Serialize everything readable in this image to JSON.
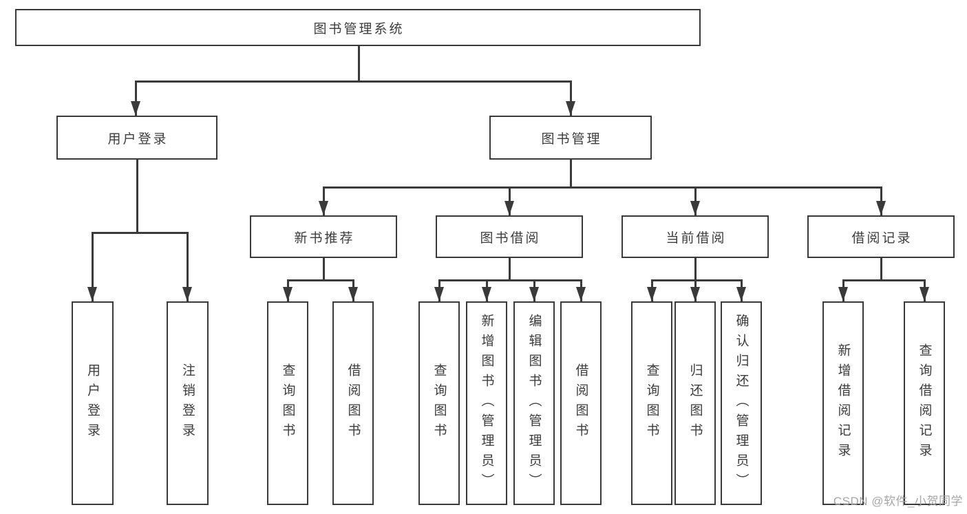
{
  "colors": {
    "line": "#3a3a3a",
    "text": "#3d3d3d",
    "box_bg": "#ffffff",
    "watermark": "#a6a6a6"
  },
  "watermark": {
    "text": "CSDN @软件_小贺同学"
  },
  "tree": {
    "root": {
      "label": "图书管理系统"
    },
    "children": [
      {
        "label": "用户登录",
        "children": [
          {
            "label": "用户登录"
          },
          {
            "label": "注销登录"
          }
        ]
      },
      {
        "label": "图书管理",
        "children": [
          {
            "label": "新书推荐",
            "children": [
              {
                "label": "查询图书"
              },
              {
                "label": "借阅图书"
              }
            ]
          },
          {
            "label": "图书借阅",
            "children": [
              {
                "label": "查询图书"
              },
              {
                "label": "新增图书（管理员）"
              },
              {
                "label": "编辑图书（管理员）"
              },
              {
                "label": "借阅图书"
              }
            ]
          },
          {
            "label": "当前借阅",
            "children": [
              {
                "label": "查询图书"
              },
              {
                "label": "归还图书"
              },
              {
                "label": "确认归还（管理员）"
              }
            ]
          },
          {
            "label": "借阅记录",
            "children": [
              {
                "label": "新增借阅记录"
              },
              {
                "label": "查询借阅记录"
              }
            ]
          }
        ]
      }
    ]
  }
}
